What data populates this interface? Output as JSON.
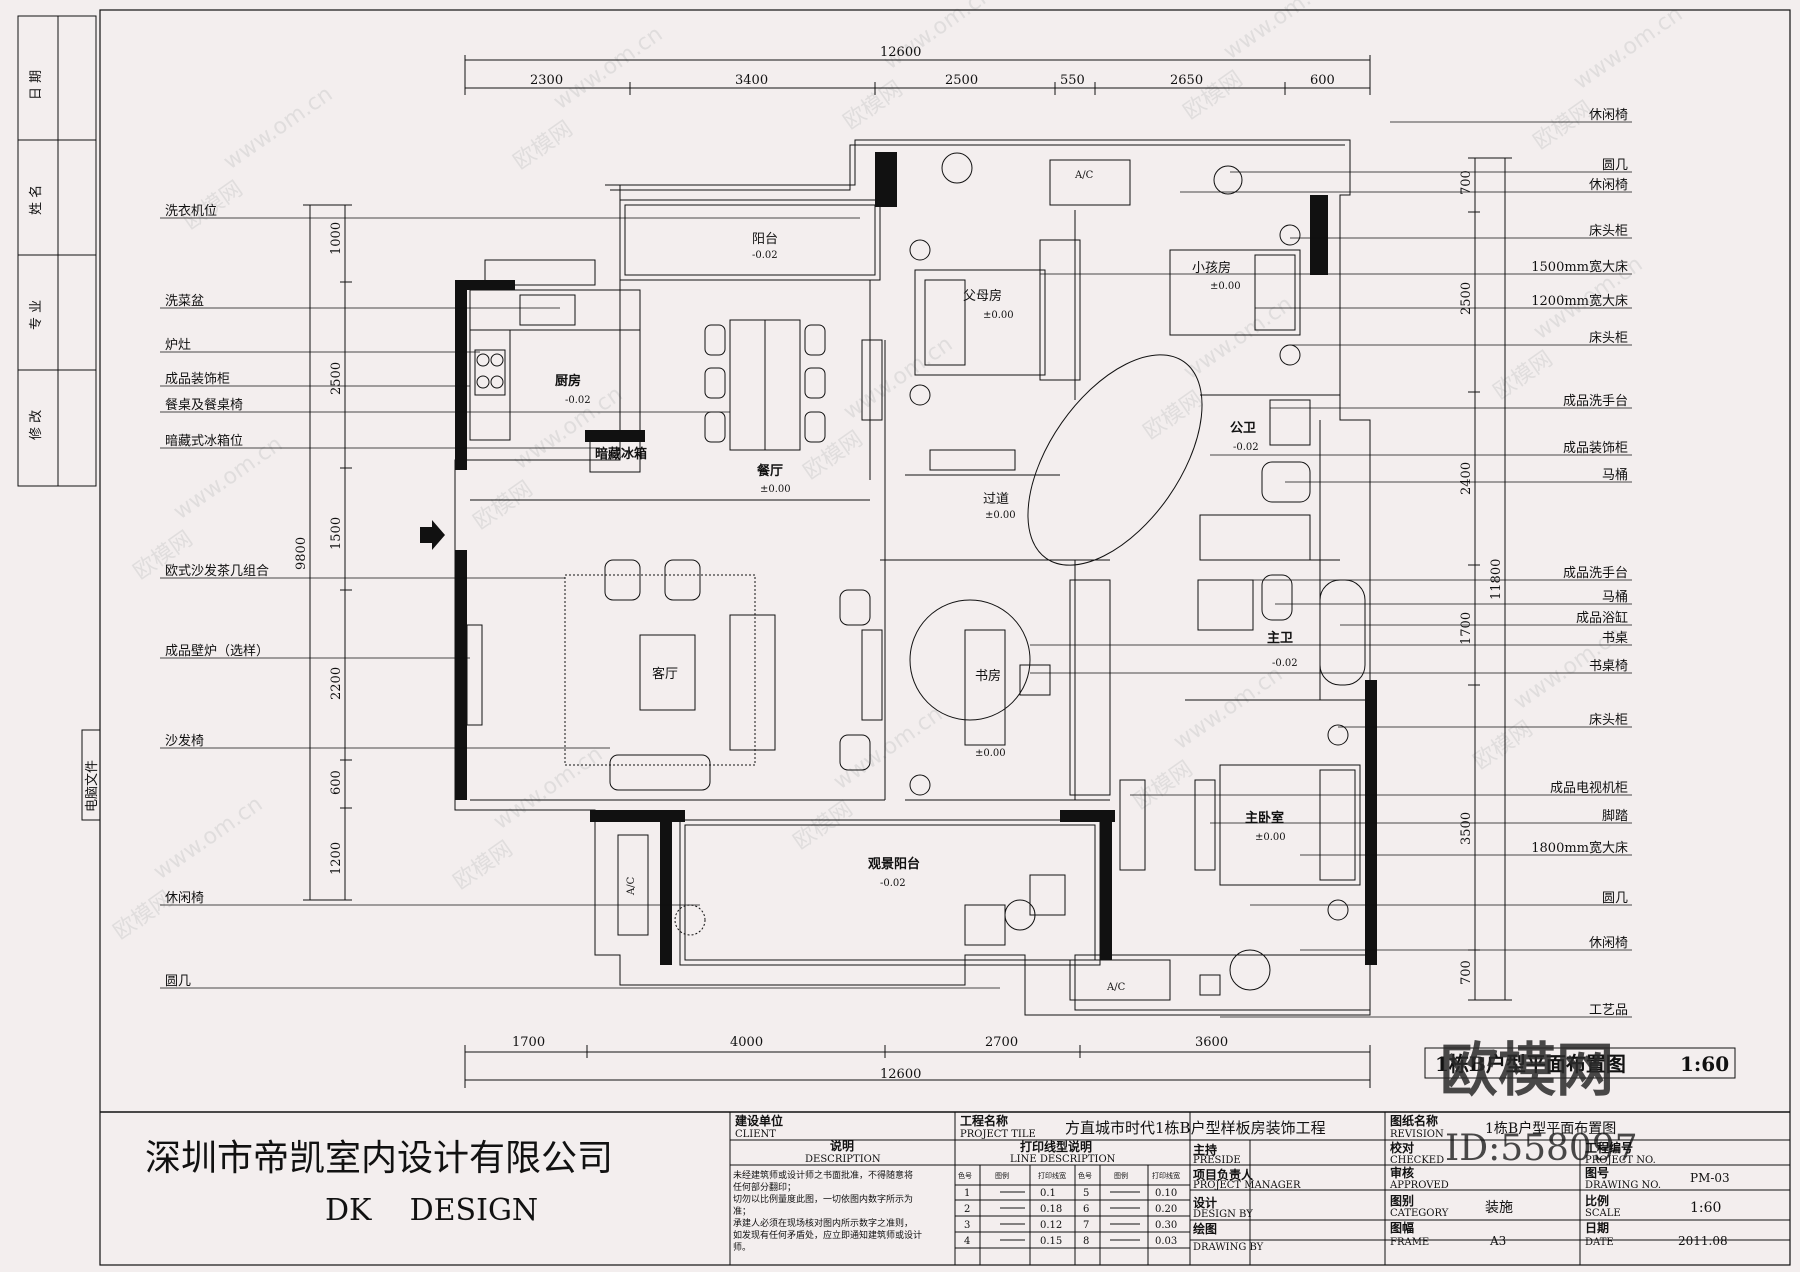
{
  "margin_strip": {
    "labels": [
      "修 改",
      "专 业",
      "姓 名",
      "日 期"
    ],
    "file_label": "电脑文件"
  },
  "dims_top": {
    "total": "12600",
    "segments": [
      "2300",
      "3400",
      "2500",
      "550",
      "2650",
      "600"
    ]
  },
  "dims_bottom": {
    "total": "12600",
    "segments": [
      "1700",
      "4000",
      "2700",
      "3600"
    ]
  },
  "dims_left": {
    "total": "9800",
    "segments": [
      "1000",
      "2500",
      "1500",
      "2200",
      "600",
      "1200"
    ]
  },
  "dims_right": {
    "total": "11800",
    "segments": [
      "700",
      "2500",
      "2400",
      "1700",
      "3500",
      "700"
    ]
  },
  "labels_left": [
    "洗衣机位",
    "洗菜盆",
    "炉灶",
    "成品装饰柜",
    "餐桌及餐桌椅",
    "暗藏式冰箱位",
    "欧式沙发茶几组合",
    "成品壁炉（选样）",
    "沙发椅",
    "休闲椅",
    "圆几"
  ],
  "labels_right": [
    "休闲椅",
    "圆几",
    "休闲椅",
    "床头柜",
    "1500mm宽大床",
    "1200mm宽大床",
    "床头柜",
    "成品洗手台",
    "成品装饰柜",
    "马桶",
    "成品洗手台",
    "马桶",
    "成品浴缸",
    "书桌",
    "书桌椅",
    "床头柜",
    "成品电视机柜",
    "脚踏",
    "1800mm宽大床",
    "圆几",
    "休闲椅",
    "工艺品"
  ],
  "rooms": {
    "balcony": {
      "name": "阳台",
      "level": "-0.02"
    },
    "kitchen": {
      "name": "厨房",
      "level": "-0.02"
    },
    "fridge": {
      "name": "暗藏冰箱"
    },
    "dining": {
      "name": "餐厅",
      "level": "±0.00"
    },
    "living": {
      "name": "客厅"
    },
    "parents": {
      "name": "父母房",
      "level": "±0.00"
    },
    "kids": {
      "name": "小孩房",
      "level": "±0.00"
    },
    "corridor": {
      "name": "过道",
      "level": "±0.00"
    },
    "public_bath": {
      "name": "公卫",
      "level": "-0.02"
    },
    "master_bath": {
      "name": "主卫",
      "level": "-0.02"
    },
    "study": {
      "name": "书房",
      "level": "±0.00"
    },
    "master": {
      "name": "主卧室",
      "level": "±0.00"
    },
    "view_balcony": {
      "name": "观景阳台",
      "level": "-0.02"
    }
  },
  "ac_label": "A/C",
  "drawing_title": "1栋B户型平面布置图",
  "drawing_scale_label": "1:60",
  "watermark": {
    "brand": "欧模网",
    "id": "ID:558097",
    "url": "www.om.cn"
  },
  "title_block": {
    "company_cn": "深圳市帝凯室内设计有限公司",
    "company_en": "DK    DESIGN",
    "client_cn": "建设单位",
    "client_en": "CLIENT",
    "desc_cn": "说明",
    "desc_en": "DESCRIPTION",
    "notes": [
      "未经建筑师或设计师之书面批准，不得随意将",
      "任何部分翻印；",
      "切勿以比例量度此图，一切依图内数字所示为",
      "准；",
      "承建人必须在现场核对图内所示数字之准则，",
      "如发现有任何矛盾处，应立即通知建筑师或设计",
      "师。"
    ],
    "project_cn": "工程名称",
    "project_en": "PROJECT TILE",
    "project_value": "方直城市时代1栋B户型样板房装饰工程",
    "line_desc_cn": "打印线型说明",
    "line_desc_en": "LINE DESCRIPTION",
    "line_table": {
      "headers": [
        "色号",
        "图例",
        "打印线宽",
        "色号",
        "图例",
        "打印线宽"
      ],
      "rows": [
        [
          "1",
          "0.1",
          "5",
          "0.10"
        ],
        [
          "2",
          "0.18",
          "6",
          "0.20"
        ],
        [
          "3",
          "0.12",
          "7",
          "0.30"
        ],
        [
          "4",
          "0.15",
          "8",
          "0.03"
        ]
      ]
    },
    "preside_cn": "主持",
    "preside_en": "PRESIDE",
    "pm_cn": "项目负责人",
    "pm_en": "PROJECT MANAGER",
    "design_cn": "设计",
    "design_en": "DESIGN BY",
    "drawing_by_cn": "绘图",
    "drawing_by_en": "DRAWING BY",
    "revision_cn": "图纸名称",
    "revision_en": "REVISION",
    "revision_value": "1栋B户型平面布置图",
    "checked_cn": "校对",
    "checked_en": "CHECKED",
    "project_no_cn": "工程编号",
    "project_no_en": "PROJECT NO.",
    "approved_cn": "审核",
    "approved_en": "APPROVED",
    "drawing_no_cn": "图号",
    "drawing_no_en": "DRAWING NO.",
    "drawing_no_value": "PM-03",
    "category_cn": "图别",
    "category_en": "CATEGORY",
    "category_value": "装施",
    "scale_cn": "比例",
    "scale_en": "SCALE",
    "scale_value": "1:60",
    "frame_cn": "图幅",
    "frame_en": "FRAME",
    "frame_value": "A3",
    "date_cn": "日期",
    "date_en": "DATE",
    "date_value": "2011.08"
  }
}
